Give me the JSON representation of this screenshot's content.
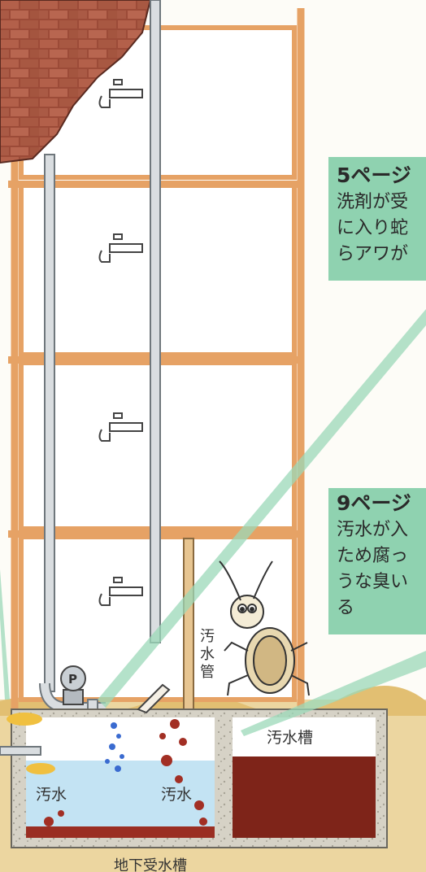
{
  "callouts": {
    "page5": {
      "title": "5ページ",
      "lines": [
        "洗剤が受",
        "に入り蛇",
        "らアワが"
      ]
    },
    "page9": {
      "title": "9ページ",
      "lines": [
        "汚水が入",
        "ため腐っ",
        "うな臭い",
        "る"
      ]
    }
  },
  "labels": {
    "sewage_pipe": "汚水管",
    "sewage_tank": "汚水槽",
    "sewage_left": "汚水",
    "sewage_middle": "汚水",
    "bottom_caption": "地下受水槽"
  },
  "colors": {
    "callout_bg": "#8fd2b0",
    "frame": "#e7a76a",
    "brick": "#a0503c",
    "sewage": "#8a2a1c",
    "water": "#bcdff0",
    "concrete": "#d4d0c4",
    "ground": "#e7c889"
  },
  "icons": [
    "faucet-icon",
    "pump-icon",
    "cockroach-icon",
    "brick-wall-icon"
  ]
}
